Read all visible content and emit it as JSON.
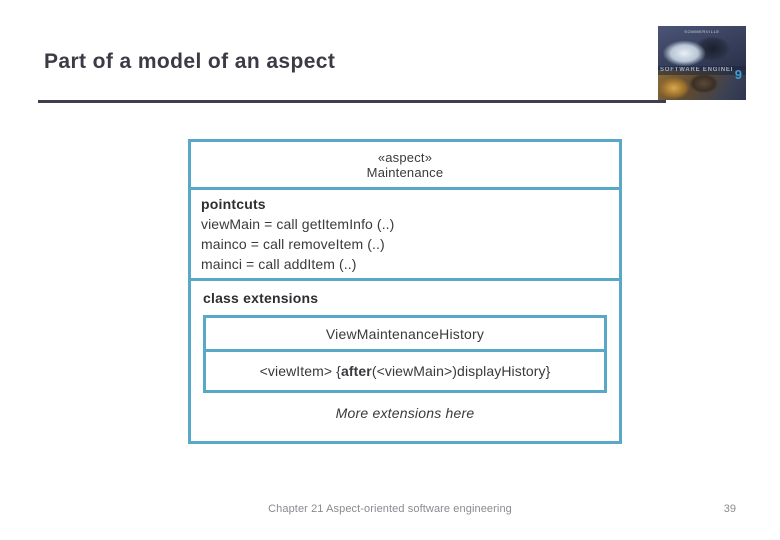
{
  "slide": {
    "title": "Part of a model of an aspect",
    "footer": "Chapter 21 Aspect-oriented software engineering",
    "page_number": "39"
  },
  "book_cover": {
    "author": "SOMMERVILLE",
    "series_title": "SOFTWARE ENGINEERING",
    "edition": "9"
  },
  "colors": {
    "diagram_border": "#5aa8c8",
    "title_rule": "#3f3f4c",
    "title_text": "#3b3b46",
    "footer_text": "#8a8a90"
  },
  "diagram": {
    "header": {
      "stereotype": "«aspect»",
      "name": "Maintenance"
    },
    "pointcuts": {
      "heading": "pointcuts",
      "lines": [
        "viewMain = call getItemInfo (..)",
        "mainco = call removeItem (..)",
        "mainci = call addItem (..)"
      ]
    },
    "class_extensions": {
      "heading": "class extensions",
      "extension_class": "ViewMaintenanceHistory",
      "advice": {
        "target": "<viewItem> {",
        "keyword": "after",
        "rest": " (<viewMain>)displayHistory}"
      },
      "more": "More extensions here"
    }
  }
}
